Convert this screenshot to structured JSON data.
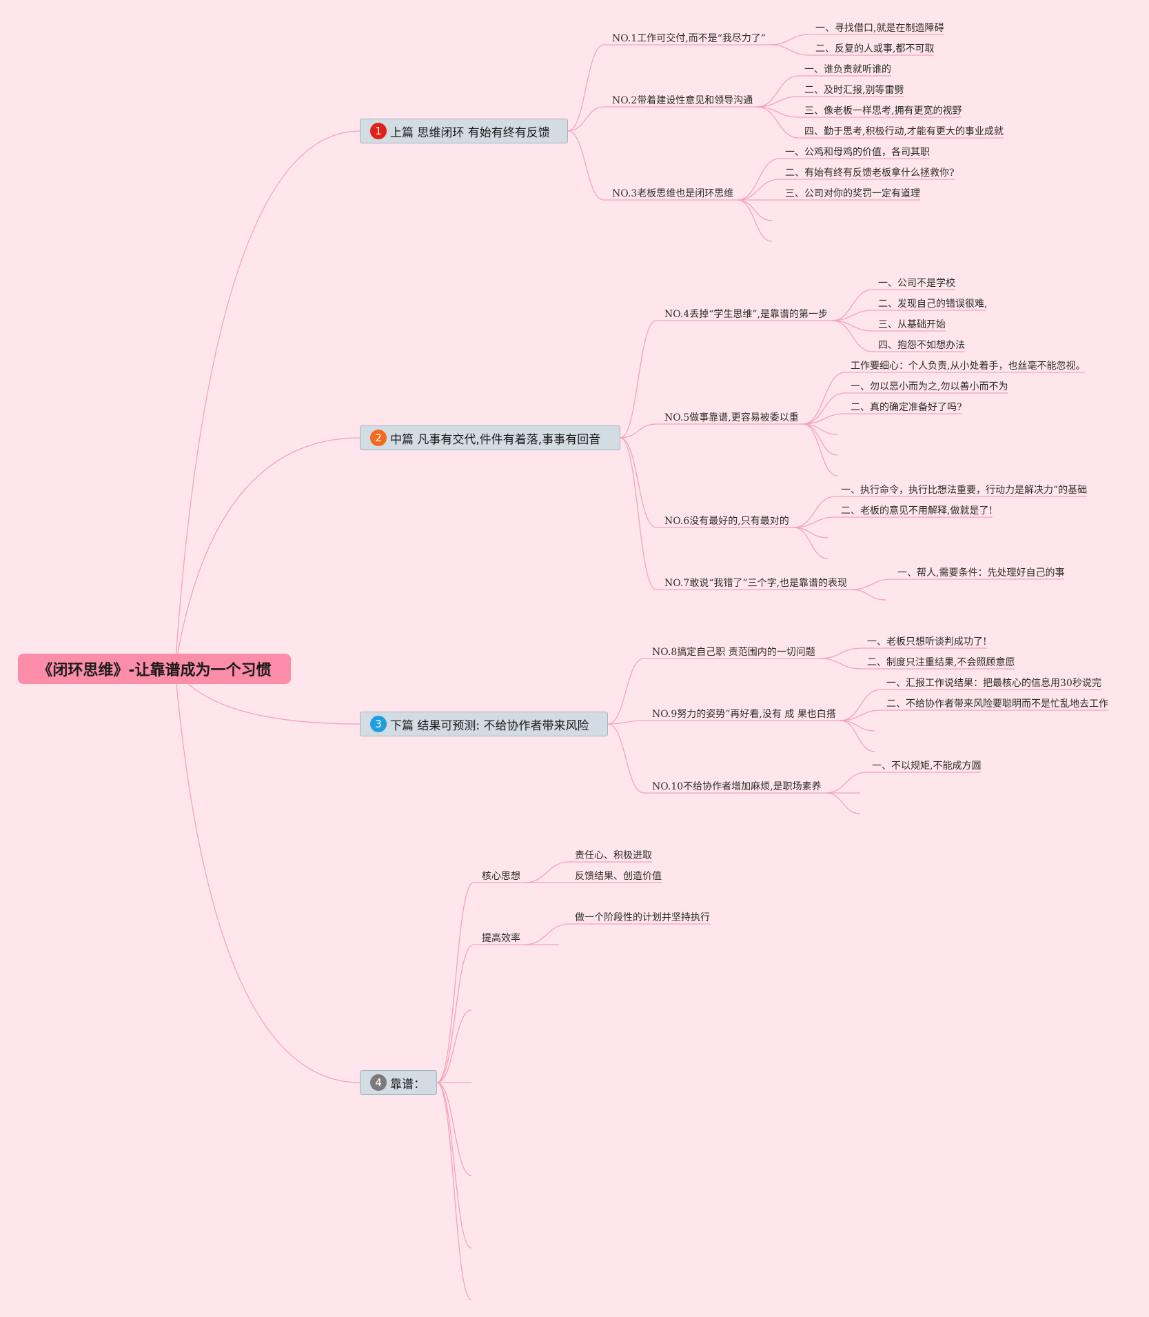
{
  "root": "《闭环思维》-让靠谱成为一个习惯",
  "branches": [
    {
      "badge": "1",
      "label": "上篇 思维闭环 有始有终有反馈",
      "subs": [
        {
          "label": "NO.1工作可交付,而不是“我尽力了”",
          "leaves": [
            "一、寻找借口,就是在制造障碍",
            "二、反复的人或事,都不可取"
          ]
        },
        {
          "label": "NO.2带着建设性意见和领导沟通",
          "leaves": [
            "一、谁负责就听谁的",
            "二、及时汇报,别等雷劈",
            "三、像老板一样思考,拥有更宽的视野",
            "四、勤于思考,积极行动,才能有更大的事业成就"
          ]
        },
        {
          "label": "NO.3老板思维也是闭环思维",
          "leaves": [
            "一、公鸡和母鸡的价值，各司其职",
            "二、有始有终有反馈老板拿什么拯救你?",
            "三、公司对你的奖罚一定有道理"
          ]
        }
      ]
    },
    {
      "badge": "2",
      "label": "中篇 凡事有交代,件件有着落,事事有回音",
      "subs": [
        {
          "label": "NO.4丢掉“学生思维”,是靠谱的第一步",
          "leaves": [
            "一、公司不是学校",
            "二、发现自己的错误很难,",
            "三、从基础开始",
            "四、抱怨不如想办法"
          ]
        },
        {
          "label": "NO.5做事靠谱,更容易被委以重",
          "leaves": [
            "工作要细心：个人负责,从小处着手，也丝毫不能忽视。",
            "一、勿以恶小而为之,勿以善小而不为",
            "二、真的确定准备好了吗?"
          ]
        },
        {
          "label": "NO.6没有最好的,只有最对的",
          "leaves": [
            "一、执行命令，执行比想法重要，行动力是解决力”的基础",
            "二、老板的意见不用解释,做就是了!"
          ]
        },
        {
          "label": "NO.7敢说“我错了”三个字,也是靠谱的表现",
          "leaves": [
            "一、帮人,需要条件：先处理好自己的事"
          ]
        }
      ]
    },
    {
      "badge": "3",
      "label": "下篇 结果可预测: 不给协作者带来风险",
      "subs": [
        {
          "label": "NO.8搞定自己职 责范围内的一切问题",
          "leaves": [
            "一、老板只想听谈判成功了!",
            "二、制度只注重结果,不会照顾意愿"
          ]
        },
        {
          "label": "NO.9努力的姿势”再好看,没有 成 果也白搭",
          "leaves": [
            "一、汇报工作说结果：把最核心的信息用30秒说完",
            "二、不给协作者带来风险要聪明而不是忙乱地去工作"
          ]
        },
        {
          "label": "NO.10不给协作者增加麻烦,是职场素养",
          "leaves": [
            "一、不以规矩,不能成方圆"
          ]
        }
      ]
    },
    {
      "badge": "4",
      "label": "靠谱：",
      "subs": [
        {
          "label": "核心思想",
          "leaves": [
            "责任心、积极进取",
            "反馈结果、创造价值"
          ]
        },
        {
          "label": "提高效率",
          "leaves": [
            "做一个阶段性的计划并坚持执行"
          ]
        }
      ]
    }
  ],
  "colors": {
    "background": "#ffe6ec",
    "root": "#fb8da8",
    "branch_fill": "#d3dbe3",
    "connector": "#f4a3b9",
    "badges": [
      "#e02218",
      "#f26a1d",
      "#1f9fe0",
      "#7b7b7b"
    ]
  }
}
